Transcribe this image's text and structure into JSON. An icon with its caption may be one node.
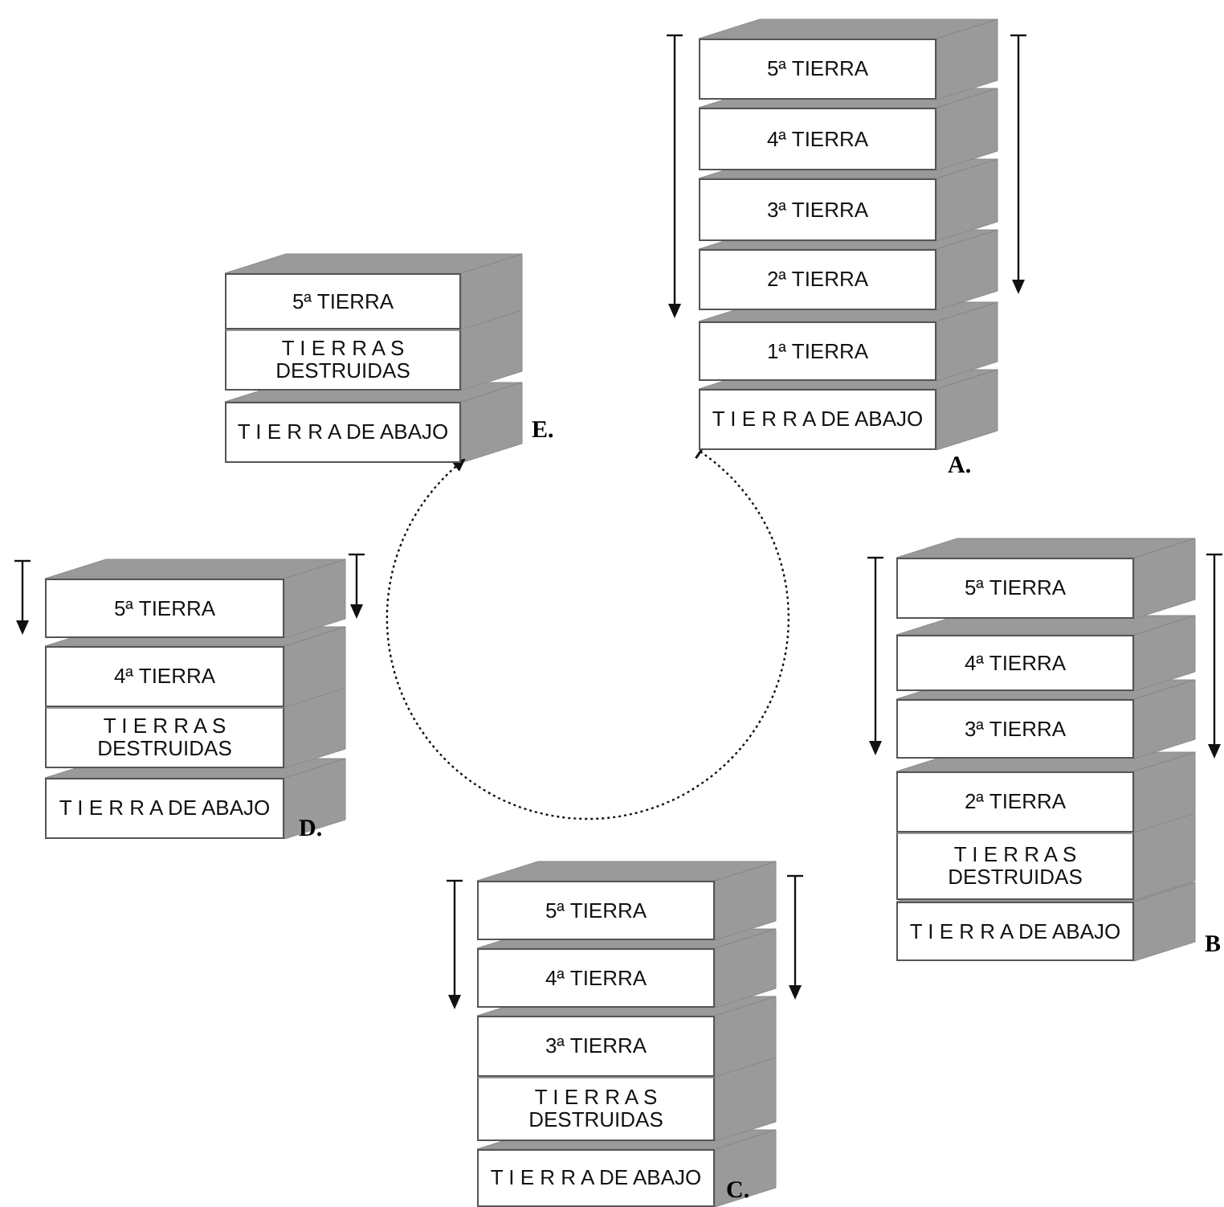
{
  "diagram": {
    "nodes": [
      {
        "text": [
          "5ª TIERRA"
        ]
      },
      {
        "text": [
          "4ª TIERRA"
        ]
      },
      {
        "text": [
          "3ª TIERRA"
        ]
      },
      {
        "text": [
          "2ª TIERRA"
        ]
      },
      {
        "text": [
          "1ª TIERRA"
        ]
      },
      {
        "text": [
          "T I E R R A DE ABAJO"
        ]
      },
      {
        "text": [
          "5ª TIERRA"
        ]
      },
      {
        "text": [
          "T I E R R A S DESTRUIDAS"
        ]
      },
      {
        "text": [
          "T I E R R A DE ABAJO"
        ]
      },
      {
        "text": [
          "5ª TIERRA"
        ]
      },
      {
        "text": [
          "4ª TIERRA"
        ]
      },
      {
        "text": [
          "T I E R R A S DESTRUIDAS"
        ]
      },
      {
        "text": [
          "T I E R R A DE ABAJO"
        ]
      },
      {
        "text": [
          "5ª TIERRA"
        ]
      },
      {
        "text": [
          "4ª TIERRA"
        ]
      },
      {
        "text": [
          "3ª TIERRA"
        ]
      },
      {
        "text": [
          "2ª TIERRA"
        ]
      },
      {
        "text": [
          "T I E R R A S DESTRUIDAS"
        ]
      },
      {
        "text": [
          "T I E R R A DE ABAJO"
        ]
      },
      {
        "text": [
          "5ª TIERRA"
        ]
      },
      {
        "text": [
          "4ª TIERRA"
        ]
      },
      {
        "text": [
          "3ª TIERRA"
        ]
      },
      {
        "text": [
          "T I E R R A S DESTRUIDAS"
        ]
      },
      {
        "text": [
          "T I E R R A DE ABAJO"
        ]
      }
    ],
    "edges": [
      {
        "from": 5,
        "to": 8,
        "arrow": "to",
        "style": "dashed"
      }
    ],
    "labels": [
      "A.",
      "E.",
      "D.",
      "B",
      "C."
    ]
  }
}
